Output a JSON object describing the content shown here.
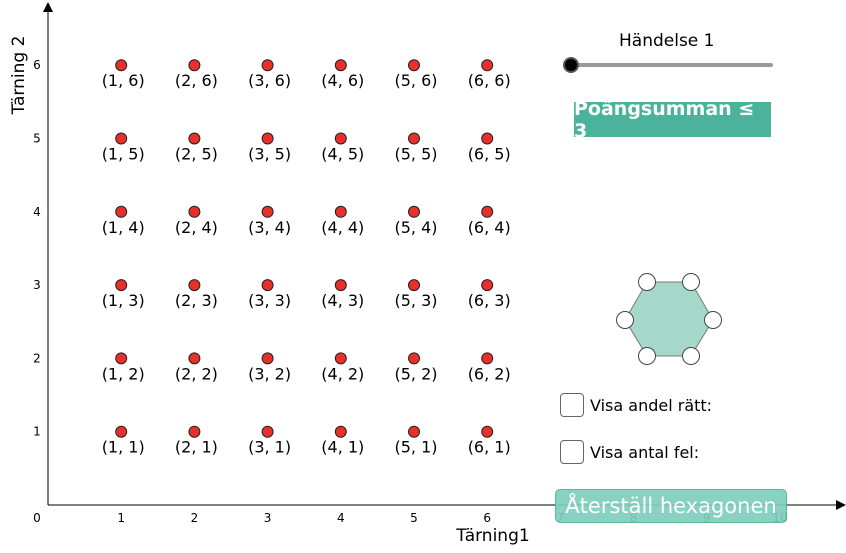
{
  "axes": {
    "x_label": "Tärning1",
    "y_label": "Tärning 2",
    "x_ticks": [
      "0",
      "1",
      "2",
      "3",
      "4",
      "5",
      "6",
      "7",
      "8",
      "9",
      "10"
    ],
    "y_ticks": [
      "1",
      "2",
      "3",
      "4",
      "5",
      "6"
    ]
  },
  "outcomes": {
    "points": [
      {
        "x": 1,
        "y": 1,
        "label": "(1, 1)"
      },
      {
        "x": 2,
        "y": 1,
        "label": "(2, 1)"
      },
      {
        "x": 3,
        "y": 1,
        "label": "(3, 1)"
      },
      {
        "x": 4,
        "y": 1,
        "label": "(4, 1)"
      },
      {
        "x": 5,
        "y": 1,
        "label": "(5, 1)"
      },
      {
        "x": 6,
        "y": 1,
        "label": "(6, 1)"
      },
      {
        "x": 1,
        "y": 2,
        "label": "(1, 2)"
      },
      {
        "x": 2,
        "y": 2,
        "label": "(2, 2)"
      },
      {
        "x": 3,
        "y": 2,
        "label": "(3, 2)"
      },
      {
        "x": 4,
        "y": 2,
        "label": "(4, 2)"
      },
      {
        "x": 5,
        "y": 2,
        "label": "(5, 2)"
      },
      {
        "x": 6,
        "y": 2,
        "label": "(6, 2)"
      },
      {
        "x": 1,
        "y": 3,
        "label": "(1, 3)"
      },
      {
        "x": 2,
        "y": 3,
        "label": "(2, 3)"
      },
      {
        "x": 3,
        "y": 3,
        "label": "(3, 3)"
      },
      {
        "x": 4,
        "y": 3,
        "label": "(4, 3)"
      },
      {
        "x": 5,
        "y": 3,
        "label": "(5, 3)"
      },
      {
        "x": 6,
        "y": 3,
        "label": "(6, 3)"
      },
      {
        "x": 1,
        "y": 4,
        "label": "(1, 4)"
      },
      {
        "x": 2,
        "y": 4,
        "label": "(2, 4)"
      },
      {
        "x": 3,
        "y": 4,
        "label": "(3, 4)"
      },
      {
        "x": 4,
        "y": 4,
        "label": "(4, 4)"
      },
      {
        "x": 5,
        "y": 4,
        "label": "(5, 4)"
      },
      {
        "x": 6,
        "y": 4,
        "label": "(6, 4)"
      },
      {
        "x": 1,
        "y": 5,
        "label": "(1, 5)"
      },
      {
        "x": 2,
        "y": 5,
        "label": "(2, 5)"
      },
      {
        "x": 3,
        "y": 5,
        "label": "(3, 5)"
      },
      {
        "x": 4,
        "y": 5,
        "label": "(4, 5)"
      },
      {
        "x": 5,
        "y": 5,
        "label": "(5, 5)"
      },
      {
        "x": 6,
        "y": 5,
        "label": "(6, 5)"
      },
      {
        "x": 1,
        "y": 6,
        "label": "(1, 6)"
      },
      {
        "x": 2,
        "y": 6,
        "label": "(2, 6)"
      },
      {
        "x": 3,
        "y": 6,
        "label": "(3, 6)"
      },
      {
        "x": 4,
        "y": 6,
        "label": "(4, 6)"
      },
      {
        "x": 5,
        "y": 6,
        "label": "(5, 6)"
      },
      {
        "x": 6,
        "y": 6,
        "label": "(6, 6)"
      }
    ]
  },
  "slider": {
    "label": "Händelse 1",
    "value": 0
  },
  "event": {
    "text": "Poängsumman ≤ 3"
  },
  "checkboxes": [
    {
      "label": "Visa andel rätt:",
      "checked": false
    },
    {
      "label": "Visa antal fel:",
      "checked": false
    }
  ],
  "reset_button": {
    "label": "Återställ hexagonen"
  },
  "colors": {
    "point_fill": "#e8302a",
    "accent": "#4bb39b",
    "accent_light": "#7fcfbc",
    "hexagon_fill": "#a5d8c9"
  }
}
